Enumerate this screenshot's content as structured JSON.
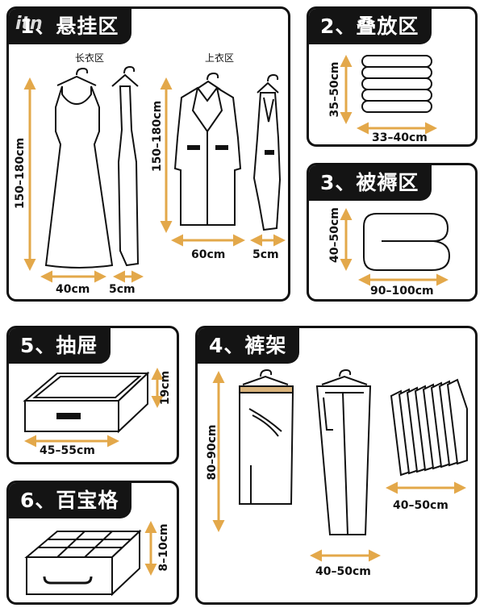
{
  "watermark": "itn",
  "sections": {
    "hanging": {
      "title": "1、悬挂区",
      "long_label": "长衣区",
      "top_label": "上衣区",
      "height_long": "150–180cm",
      "height_top": "150–180cm",
      "width_dress": "40cm",
      "depth_dress": "5cm",
      "width_coat": "60cm",
      "depth_coat": "5cm"
    },
    "folded": {
      "title": "2、叠放区",
      "height": "35–50cm",
      "width": "33–40cm"
    },
    "bedding": {
      "title": "3、被褥区",
      "height": "40–50cm",
      "width": "90–100cm"
    },
    "pants": {
      "title": "4、裤架",
      "height": "80–90cm",
      "width1": "40–50cm",
      "width2": "40–50cm"
    },
    "drawer": {
      "title": "5、抽屉",
      "height": "19cm",
      "width": "45–55cm"
    },
    "grid": {
      "title": "6、百宝格",
      "height": "8–10cm"
    }
  },
  "colors": {
    "accent": "#e3a84a",
    "dark": "#141414"
  }
}
